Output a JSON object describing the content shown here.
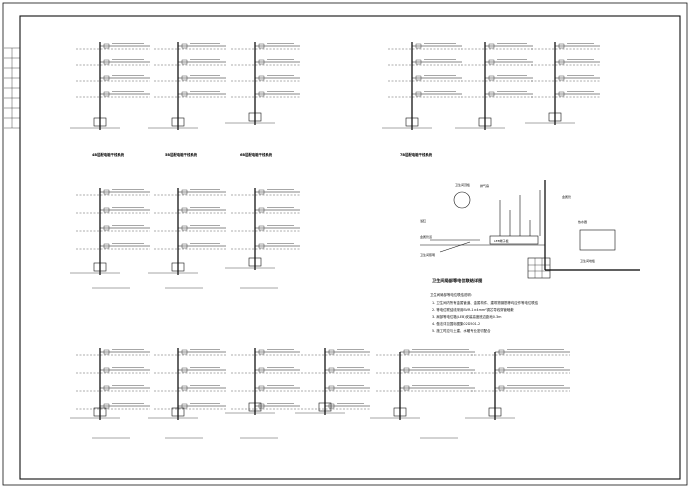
{
  "drawing": {
    "groups": [
      {
        "caption": "4B层配电箱干线系统"
      },
      {
        "caption": "5B层配电箱干线系统"
      },
      {
        "caption": "6B层配电箱干线系统"
      },
      {
        "caption": "7B层配电箱干线系统"
      }
    ],
    "bathroom_detail": {
      "title": "卫生间局部等电位联结详图",
      "labels": {
        "top": "卫生间顶板",
        "bath_left": "浴缸",
        "bath_right": "金属管",
        "flue": "排气扇",
        "water": "金属管道",
        "lamp": "卫生间照明",
        "heater": "热水器",
        "floor": "卫生间地板",
        "box": "LEB端子板"
      },
      "notes_title": "卫生间局部等电位联结说明:",
      "notes": [
        "1. 卫生间内所有金属管道、金属构件、建筑物钢筋等均应作等电位联结",
        "2. 等电位联结线采用BVR-1×4mm²铜芯导线穿管暗敷",
        "3. 局部等电位箱(LEB)安装高度底边距地0.3m",
        "4. 做法详见国标图集02D501-2",
        "5. 施工时应与土建、水暖专业密切配合"
      ]
    }
  }
}
